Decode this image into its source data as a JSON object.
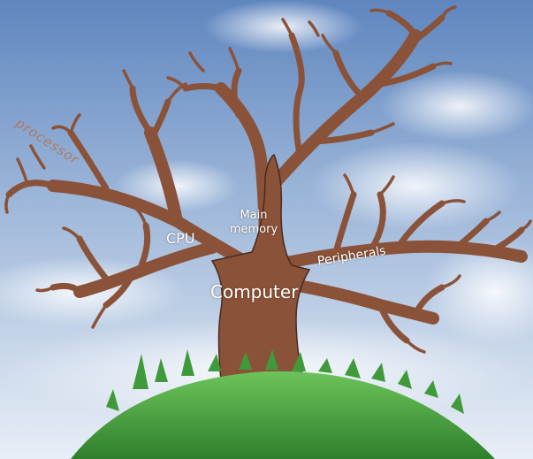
{
  "labels": {
    "processor": "processor",
    "cpu": "CPU",
    "main_memory": "Main memory",
    "peripherals": "Peripherals",
    "computer": "Computer"
  },
  "colors": {
    "trunk": "#8a5238",
    "branch_outline": "#4a2a1c",
    "grass": "#3f9a3a",
    "grass_light": "#6cc45a",
    "sky_top": "#5f86bf",
    "sky_bottom": "#e8eef6",
    "processor_label": "#b07a65"
  }
}
